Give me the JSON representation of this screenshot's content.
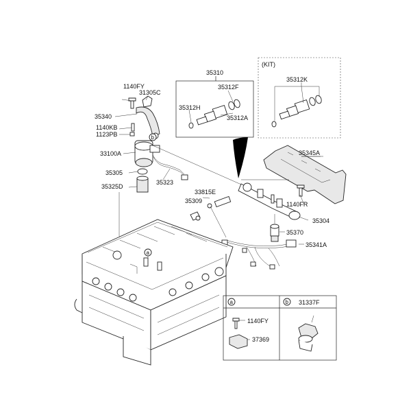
{
  "labels": {
    "p35310": "35310",
    "kit": "(KIT)",
    "p35312K": "35312K",
    "p35312F": "35312F",
    "p35312H": "35312H",
    "p35312A": "35312A",
    "p1140FY": "1140FY",
    "p31305C": "31305C",
    "p35340": "35340",
    "p1140KB": "1140KB",
    "p1123PB": "1123PB",
    "p33100A": "33100A",
    "p35305": "35305",
    "p35323": "35323",
    "p35325D": "35325D",
    "p33815E": "33815E",
    "p35309": "35309",
    "p35345A": "35345A",
    "p1140FR": "1140FR",
    "p35304": "35304",
    "p35370": "35370",
    "p35341A": "35341A",
    "circA": "a",
    "circB": "b"
  },
  "legend": {
    "a_letter": "a",
    "b_letter": "b",
    "b_part": "31337F",
    "a_part1": "1140FY",
    "a_part2": "37369"
  }
}
